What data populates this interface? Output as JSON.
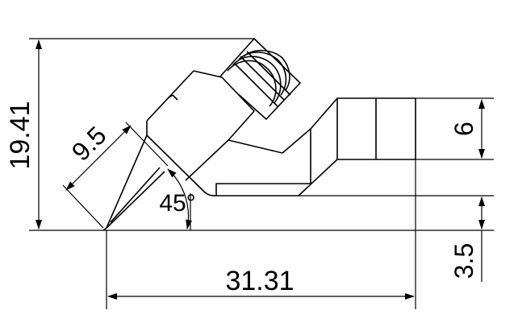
{
  "drawing": {
    "dimensions": {
      "height_total": "19.41",
      "tip_length": "9.5",
      "angle": "45°",
      "base_length": "31.31",
      "port_height": "6",
      "port_offset": "3.5"
    },
    "colors": {
      "line": "#000000",
      "background": "#ffffff"
    }
  }
}
